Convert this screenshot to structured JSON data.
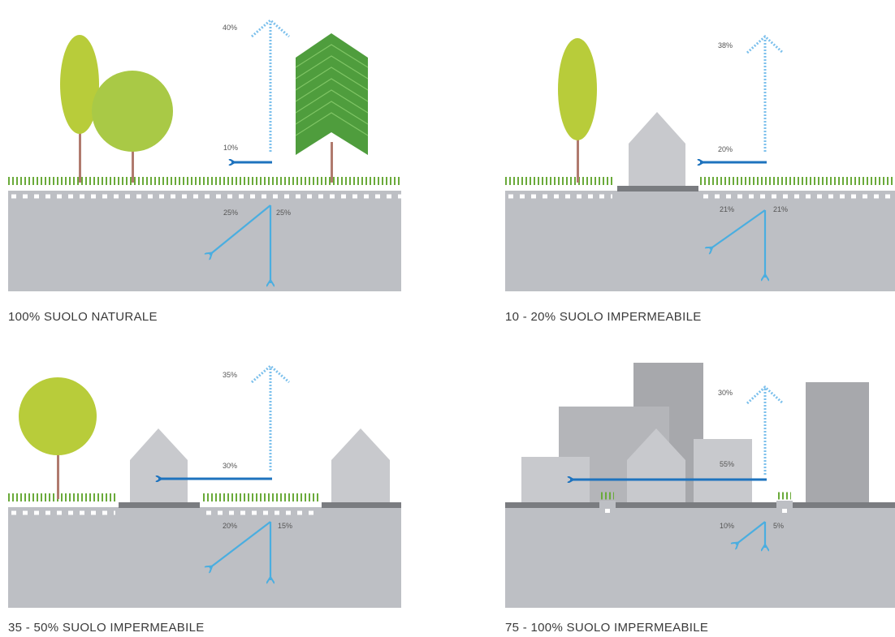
{
  "colors": {
    "ground": "#bdbfc4",
    "pavement": "#7a7c80",
    "grass": "#6aaa3a",
    "tree_yellow": "#b8cc3a",
    "tree_lime": "#a9c946",
    "pine": "#4f9d3d",
    "trunk": "#b07a6e",
    "house": "#c8c9cd",
    "building_dark": "#a7a8ac",
    "arrow_dark": "#1e73be",
    "arrow_light": "#4aaee0",
    "arrow_dotted": "#7cc0ec",
    "caption_text": "#3a3a3a"
  },
  "panels": [
    {
      "caption": "100% SUOLO NATURALE",
      "evapotranspiration": "40%",
      "runoff": "10%",
      "shallow_infiltration": "25%",
      "deep_infiltration": "25%"
    },
    {
      "caption": "10 - 20% SUOLO IMPERMEABILE",
      "evapotranspiration": "38%",
      "runoff": "20%",
      "shallow_infiltration": "21%",
      "deep_infiltration": "21%"
    },
    {
      "caption": "35 - 50% SUOLO IMPERMEABILE",
      "evapotranspiration": "35%",
      "runoff": "30%",
      "shallow_infiltration": "20%",
      "deep_infiltration": "15%"
    },
    {
      "caption": "75 - 100% SUOLO IMPERMEABILE",
      "evapotranspiration": "30%",
      "runoff": "55%",
      "shallow_infiltration": "10%",
      "deep_infiltration": "5%"
    }
  ]
}
